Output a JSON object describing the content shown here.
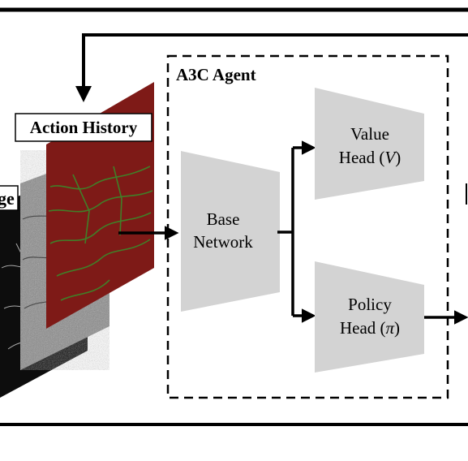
{
  "diagram": {
    "agent_title": "A3C Agent",
    "action_history_label": "Action History",
    "image_label_fragment": "ge",
    "base_network": [
      "Base",
      "Network"
    ],
    "value_head": {
      "line1": "Value",
      "line2_prefix": "Head (",
      "symbol": "V",
      "line2_suffix": ")"
    },
    "policy_head": {
      "line1": "Policy",
      "line2_prefix": "Head (",
      "symbol": "π",
      "line2_suffix": ")"
    }
  },
  "colors": {
    "action_history_layer": "#7e1a17",
    "vessel_overlay": "#3a8a2a",
    "grey_block": "#d3d3d3",
    "stroke": "#000000"
  }
}
